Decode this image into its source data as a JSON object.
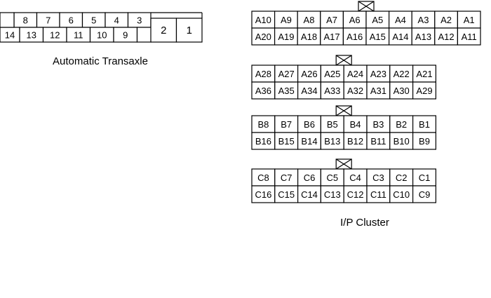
{
  "transaxle": {
    "title": "Automatic Transaxle",
    "top_row": [
      "8",
      "7",
      "6",
      "5",
      "4",
      "3"
    ],
    "bottom_row": [
      "14",
      "13",
      "12",
      "11",
      "10",
      "9"
    ],
    "large_pins": [
      "2",
      "1"
    ]
  },
  "ip_cluster": {
    "title": "I/P Cluster",
    "connectors": [
      {
        "top": [
          "A10",
          "A9",
          "A8",
          "A7",
          "A6",
          "A5",
          "A4",
          "A3",
          "A2",
          "A1"
        ],
        "bottom": [
          "A20",
          "A19",
          "A18",
          "A17",
          "A16",
          "A15",
          "A14",
          "A13",
          "A12",
          "A11"
        ]
      },
      {
        "top": [
          "A28",
          "A27",
          "A26",
          "A25",
          "A24",
          "A23",
          "A22",
          "A21"
        ],
        "bottom": [
          "A36",
          "A35",
          "A34",
          "A33",
          "A32",
          "A31",
          "A30",
          "A29"
        ]
      },
      {
        "top": [
          "B8",
          "B7",
          "B6",
          "B5",
          "B4",
          "B3",
          "B2",
          "B1"
        ],
        "bottom": [
          "B16",
          "B15",
          "B14",
          "B13",
          "B12",
          "B11",
          "B10",
          "B9"
        ]
      },
      {
        "top": [
          "C8",
          "C7",
          "C6",
          "C5",
          "C4",
          "C3",
          "C2",
          "C1"
        ],
        "bottom": [
          "C16",
          "C15",
          "C14",
          "C13",
          "C12",
          "C11",
          "C10",
          "C9"
        ]
      }
    ]
  }
}
